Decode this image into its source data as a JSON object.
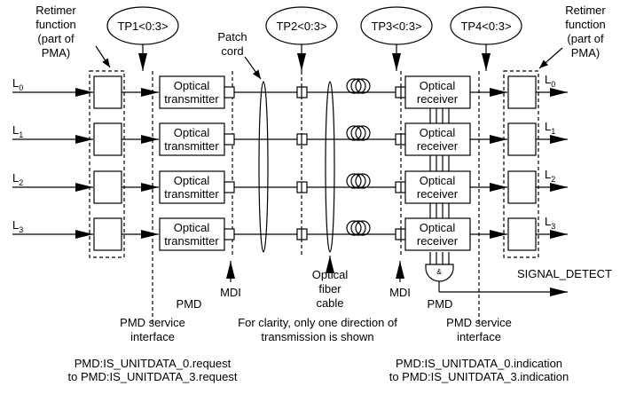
{
  "retimer_label": [
    "Retimer",
    "function",
    "(part of",
    "PMA)"
  ],
  "test_points": [
    "TP1<0:3>",
    "TP2<0:3>",
    "TP3<0:3>",
    "TP4<0:3>"
  ],
  "patch_cord": [
    "Patch",
    "cord"
  ],
  "lanes": [
    "L",
    "L",
    "L",
    "L"
  ],
  "lane_indices": [
    "0",
    "1",
    "2",
    "3"
  ],
  "transmitter": [
    "Optical",
    "transmitter"
  ],
  "receiver": [
    "Optical",
    "receiver"
  ],
  "fiber_cable": [
    "Optical",
    "fiber",
    "cable"
  ],
  "mdi": "MDI",
  "pmd": "PMD",
  "signal_detect": "SIGNAL_DETECT",
  "pmd_service_interface": [
    "PMD service",
    "interface"
  ],
  "clarity_note": [
    "For clarity, only one direction of",
    "transmission is shown"
  ],
  "request": [
    "PMD:IS_UNITDATA_0.request",
    "to PMD:IS_UNITDATA_3.request"
  ],
  "indication": [
    "PMD:IS_UNITDATA_0.indication",
    "to PMD:IS_UNITDATA_3.indication"
  ]
}
